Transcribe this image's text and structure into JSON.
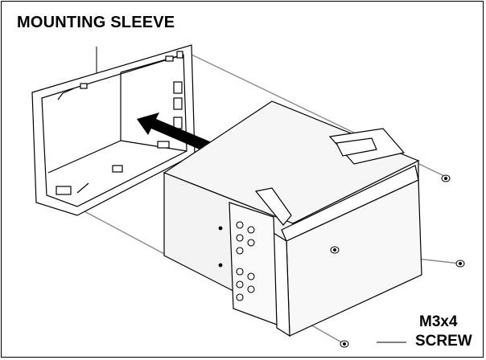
{
  "title": "MOUNTING SLEEVE",
  "screw_label": {
    "line1": "M3x4",
    "line2": "SCREW"
  },
  "colors": {
    "line": "#000000",
    "guide": "#888888",
    "face": "#f1f1f1",
    "arrow": "#000000"
  }
}
